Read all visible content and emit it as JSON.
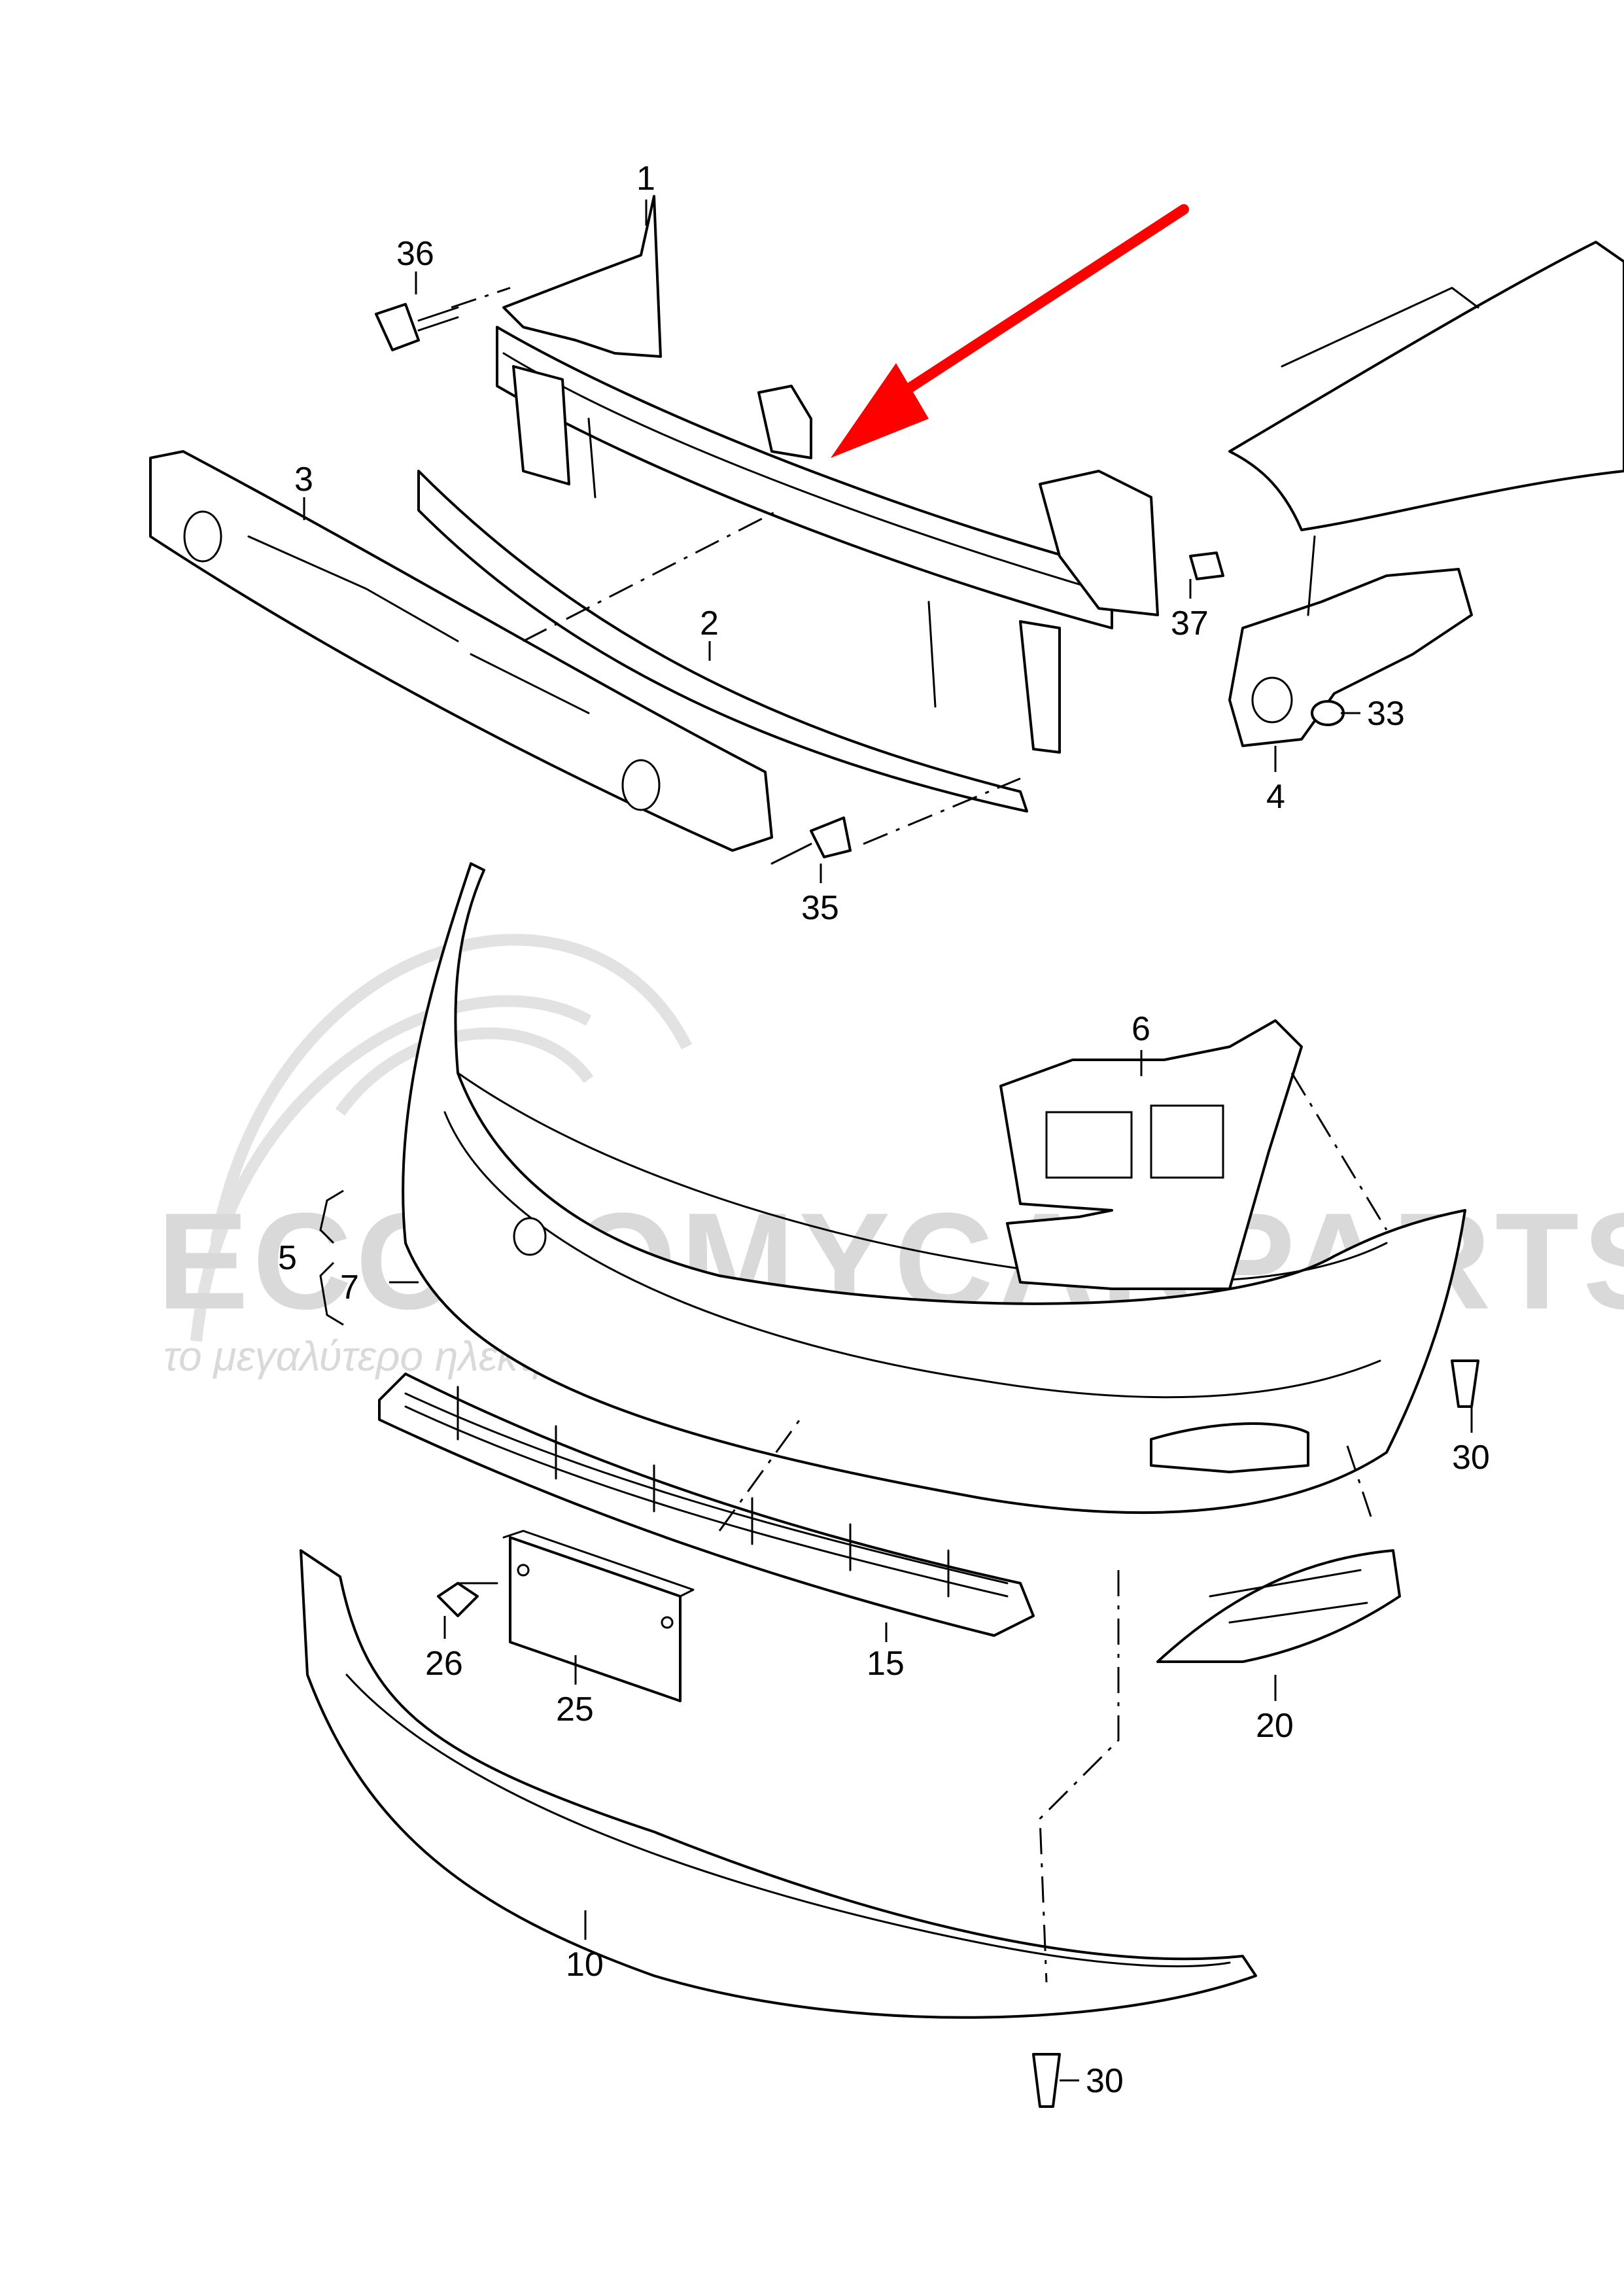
{
  "watermark": {
    "brand": "ECONOMYCARPARTS.GR",
    "tagline": "το μεγαλύτερο ηλεκτρονικό κατάστημα ανταλλακτικών"
  },
  "callouts": [
    {
      "key": "c1",
      "label": "1"
    },
    {
      "key": "c2",
      "label": "2"
    },
    {
      "key": "c3",
      "label": "3"
    },
    {
      "key": "c4",
      "label": "4"
    },
    {
      "key": "c5",
      "label": "5"
    },
    {
      "key": "c6",
      "label": "6"
    },
    {
      "key": "c7",
      "label": "7"
    },
    {
      "key": "c10",
      "label": "10"
    },
    {
      "key": "c15",
      "label": "15"
    },
    {
      "key": "c20",
      "label": "20"
    },
    {
      "key": "c25",
      "label": "25"
    },
    {
      "key": "c26",
      "label": "26"
    },
    {
      "key": "c30a",
      "label": "30"
    },
    {
      "key": "c30b",
      "label": "30"
    },
    {
      "key": "c33",
      "label": "33"
    },
    {
      "key": "c35",
      "label": "35"
    },
    {
      "key": "c36",
      "label": "36"
    },
    {
      "key": "c37",
      "label": "37"
    }
  ],
  "colors": {
    "line": "#000000",
    "highlight_arrow": "#ff0000",
    "watermark": "#d9d9d9",
    "background": "#ffffff"
  }
}
